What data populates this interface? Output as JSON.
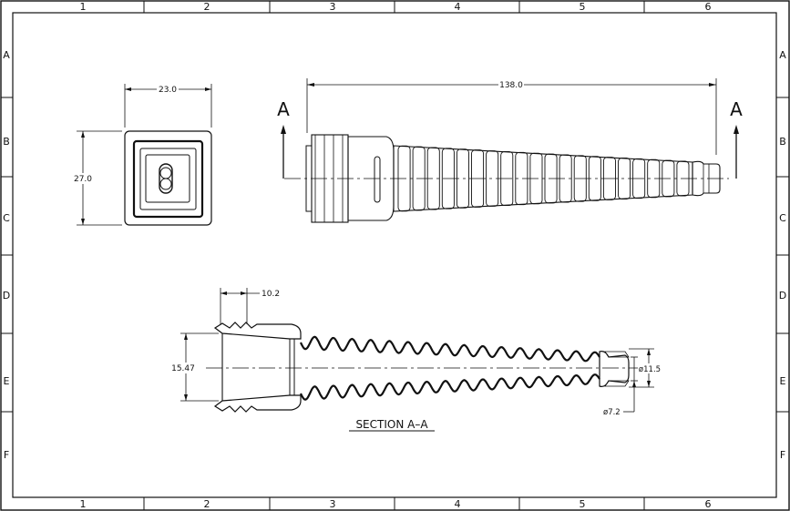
{
  "frame": {
    "columns": [
      "1",
      "2",
      "3",
      "4",
      "5",
      "6"
    ],
    "rows": [
      "A",
      "B",
      "C",
      "D",
      "E",
      "F"
    ]
  },
  "end_view": {
    "width_dim": "23.0",
    "height_dim": "27.0"
  },
  "side_view": {
    "length_dim": "138.0",
    "section_mark_left": "A",
    "section_mark_right": "A"
  },
  "section_view": {
    "title": "SECTION  A–A",
    "dim_lip": "10.2",
    "dim_bore": "15.47",
    "dim_outer_dia": "ø11.5",
    "dim_inner_dia": "ø7.2"
  }
}
